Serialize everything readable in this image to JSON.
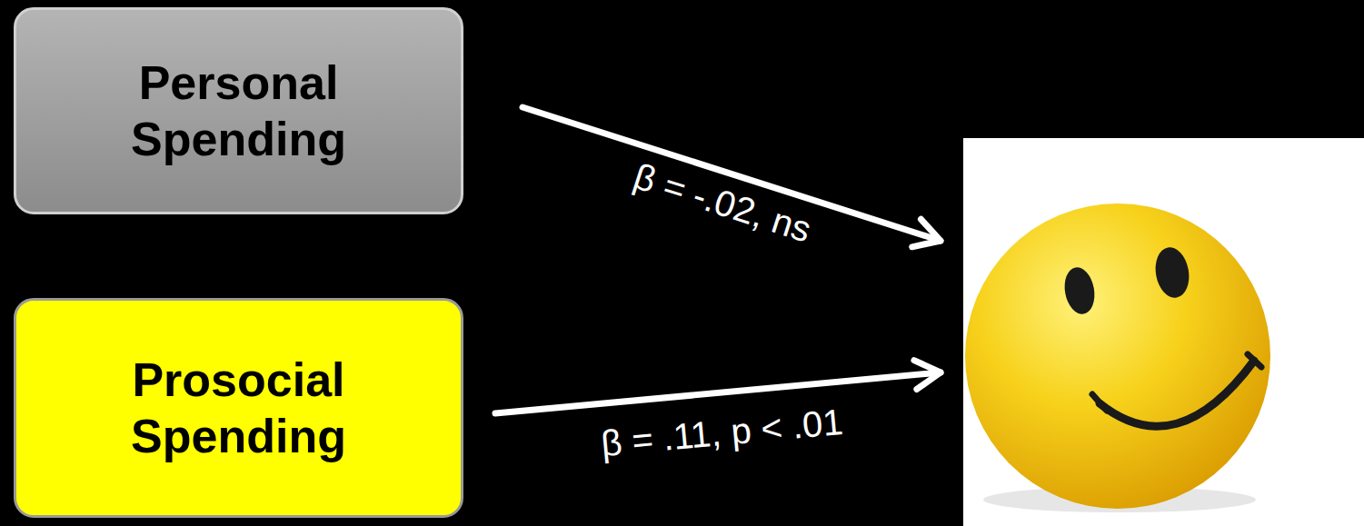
{
  "diagram": {
    "nodes": [
      {
        "text": [
          "Personal Spending"
        ]
      },
      {
        "text": [
          "Prosocial Spending"
        ]
      },
      {
        "text": []
      }
    ],
    "edges": [
      {
        "from": 0,
        "to": 2,
        "label": "β = -.02, ns",
        "arrow": "to"
      },
      {
        "from": 1,
        "to": 2,
        "label": "β = .11, p < .01",
        "arrow": "to"
      }
    ]
  }
}
